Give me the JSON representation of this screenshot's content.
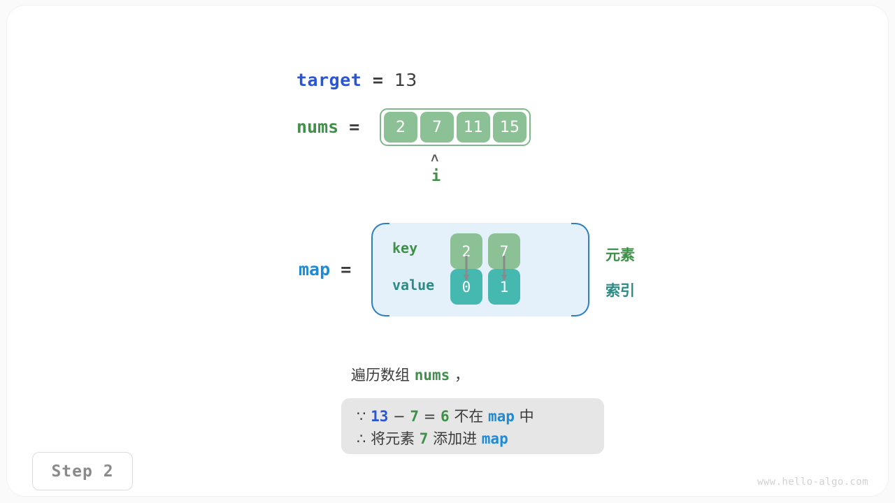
{
  "meta": {
    "watermark": "www.hello-algo.com",
    "step_label": "Step 2"
  },
  "colors": {
    "array_cell": "#8cc195",
    "array_border": "#7fb98a",
    "value_cell": "#45b8b0",
    "map_panel_bg": "#e4f0fa",
    "map_panel_border": "#2d7fc1",
    "var_target": "#2a56d6",
    "var_nums": "#3f9048",
    "var_map": "#1f8ad6",
    "callout_bg": "#e6e6e6",
    "text_dark": "#3c3c3c"
  },
  "target": {
    "name": "target",
    "equals": "=",
    "value": "13"
  },
  "nums": {
    "name": "nums",
    "equals": "=",
    "cells": [
      "2",
      "7",
      "11",
      "15"
    ]
  },
  "pointer": {
    "caret": "˄",
    "label": "i",
    "index": 1
  },
  "map": {
    "name": "map",
    "equals": "=",
    "row_labels": {
      "key": "key",
      "value": "value"
    },
    "entries": [
      {
        "key": "2",
        "value": "0"
      },
      {
        "key": "7",
        "value": "1"
      }
    ],
    "side_labels": {
      "element": "元素",
      "index": "索引"
    }
  },
  "description": {
    "prefix": "遍历数组",
    "var": "nums",
    "suffix": "，"
  },
  "callout": {
    "line1": {
      "symbol": "∵",
      "a": "13",
      "minus": "−",
      "b": "7",
      "eq": "=",
      "result": "6",
      "mid": "不在",
      "var": "map",
      "end": "中"
    },
    "line2": {
      "symbol": "∴",
      "text1": "将元素",
      "num": "7",
      "text2": "添加进",
      "var": "map"
    }
  }
}
